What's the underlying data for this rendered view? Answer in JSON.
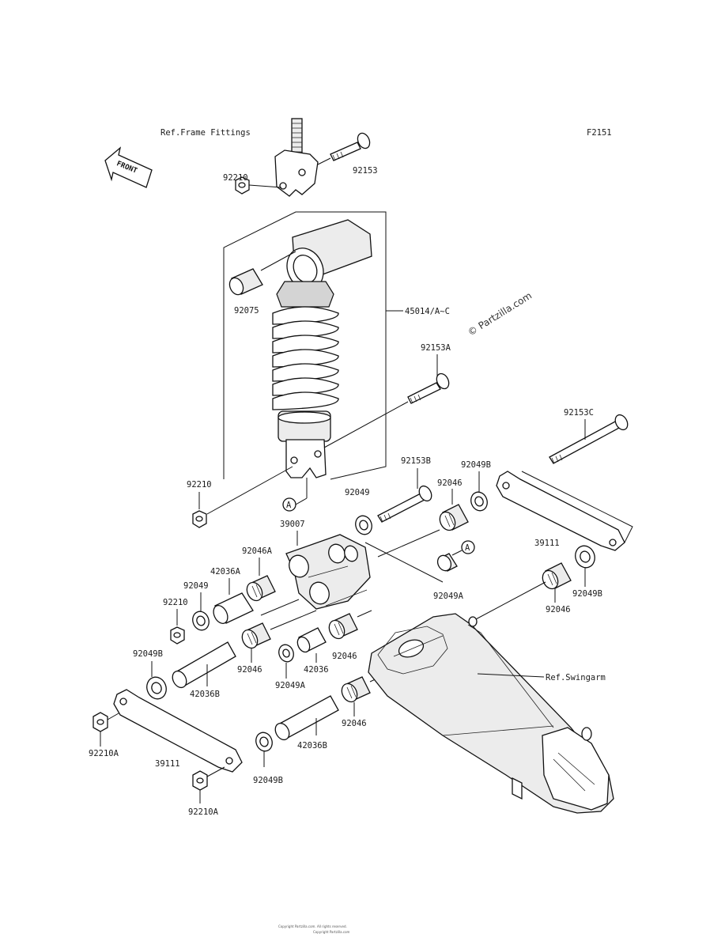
{
  "diagram": {
    "code": "F2151",
    "watermark": "© Partzilla.com",
    "ref_labels": {
      "frame_fittings": "Ref.Frame Fittings",
      "swingarm": "Ref.Swingarm"
    },
    "front_label": "FRONT",
    "marker_a": "A",
    "parts": {
      "p92210_top": "92210",
      "p92153": "92153",
      "p92075": "92075",
      "p45014": "45014/A~C",
      "p92153A": "92153A",
      "p92153C": "92153C",
      "p92153B": "92153B",
      "p92210_mid": "92210",
      "p92049_top": "92049",
      "p92046_top": "92046",
      "p92049B_topright": "92049B",
      "p39007": "39007",
      "p92046A": "92046A",
      "p42036A": "42036A",
      "p92049_left": "92049",
      "p92210_left": "92210",
      "p39111_right": "39111",
      "p92049A_mid": "92049A",
      "p92049B_right": "92049B",
      "p92046_right": "92046",
      "p92049B_left": "92049B",
      "p92046_center": "92046",
      "p42036_center": "42036",
      "p92046_center2": "92046",
      "p92049A_low": "92049A",
      "p42036B_left": "42036B",
      "p92046_low": "92046",
      "p92210A_left": "92210A",
      "p39111_low": "39111",
      "p42036B_low": "42036B",
      "p92049B_low": "92049B",
      "p92210A_low": "92210A"
    },
    "footer_lines": [
      "Copyright Partzilla.com. All rights reserved.",
      "Copyright Partzilla.com"
    ]
  }
}
